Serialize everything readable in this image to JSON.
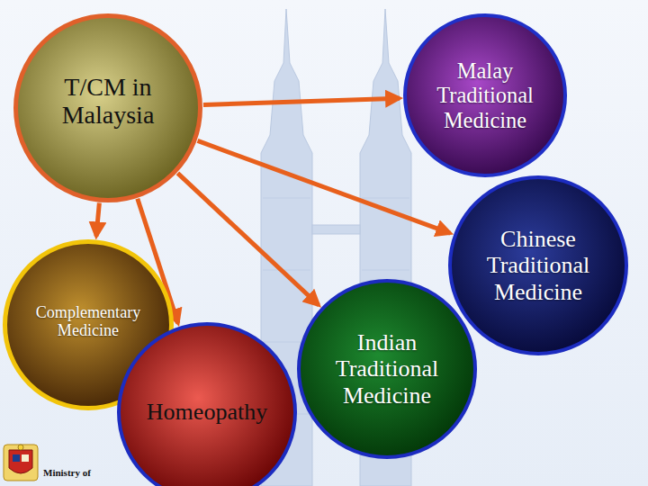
{
  "diagram": {
    "nodes": [
      {
        "text": [
          "T/CM in Malaysia"
        ]
      },
      {
        "text": [
          "Malay Traditional Medicine"
        ]
      },
      {
        "text": [
          "Chinese Traditional Medicine"
        ]
      },
      {
        "text": [
          "Complementary Medicine"
        ]
      },
      {
        "text": [
          "Homeopathy"
        ]
      },
      {
        "text": [
          "Indian Traditional Medicine"
        ]
      }
    ],
    "edges": [
      {
        "from": 0,
        "to": 1,
        "arrow": "to"
      },
      {
        "from": 0,
        "to": 2,
        "arrow": "to"
      },
      {
        "from": 0,
        "to": 3,
        "arrow": "to"
      },
      {
        "from": 0,
        "to": 4,
        "arrow": "to"
      },
      {
        "from": 0,
        "to": 5,
        "arrow": "to"
      }
    ],
    "labels": [
      "Ministry of"
    ]
  }
}
